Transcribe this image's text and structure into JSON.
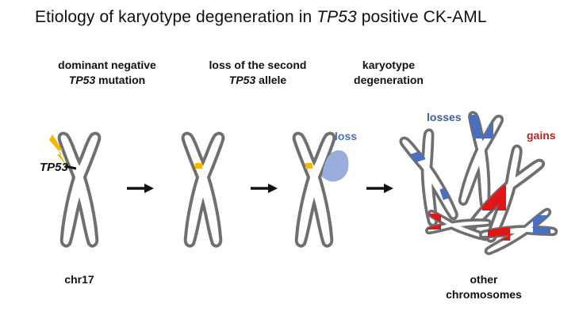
{
  "title": {
    "prefix": "Etiology of karyotype degeneration in ",
    "gene": "TP53",
    "suffix": " positive CK-AML"
  },
  "steps": [
    {
      "line1": "dominant negative",
      "line2_gene": "TP53",
      "line2_rest": " mutation"
    },
    {
      "line1": "loss of the second",
      "line2_gene": "TP53",
      "line2_rest": " allele"
    },
    {
      "line1": "karyotype",
      "line2_gene": "",
      "line2_rest": "degeneration"
    }
  ],
  "labels": {
    "tp53_marker": "TP53",
    "loss": "loss",
    "losses": "losses",
    "gains": "gains",
    "chr17": "chr17",
    "other_line1": "other",
    "other_line2": "chromosomes"
  },
  "colors": {
    "outline": "#6f6f6f",
    "mutation": "#f5b800",
    "loss_light": "#98add9",
    "loss_dark": "#4a6fc0",
    "gain": "#e01515",
    "losses_text": "#3f5e9c",
    "gains_text": "#c62020",
    "loss_text": "#4a6fc0"
  }
}
